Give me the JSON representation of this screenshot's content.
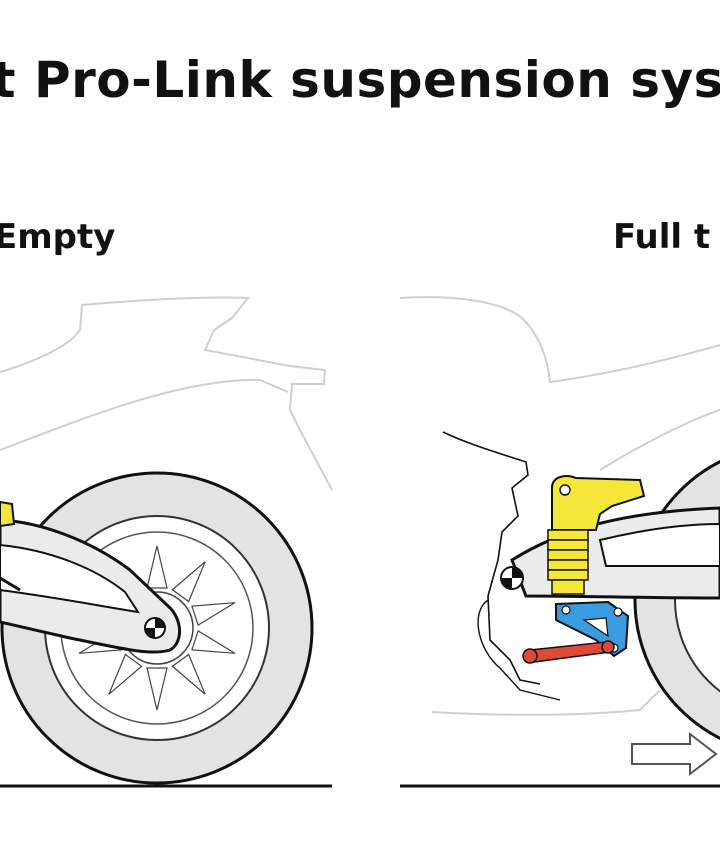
{
  "title": "it Pro-Link suspension syst",
  "panels": [
    {
      "label": "Empty"
    },
    {
      "label": "Full t"
    }
  ],
  "colors": {
    "shock": "#f5e63a",
    "linkage": "#3a9be0",
    "rod": "#e04a35",
    "tire": "#e3e3e3",
    "outline": "#111111",
    "sketch": "#c9c9c9"
  }
}
